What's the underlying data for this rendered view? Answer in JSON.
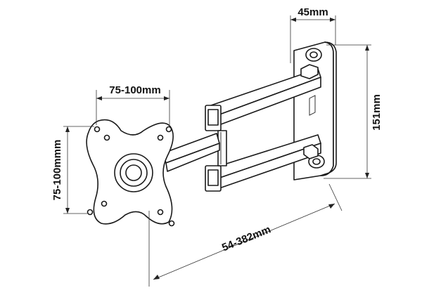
{
  "dimensions": {
    "depth_label": "45mm",
    "height_label": "151mm",
    "vesa_horizontal_label": "75-100mm",
    "vesa_vertical_label": "75-100mmm",
    "extension_label": "54-382mm"
  }
}
